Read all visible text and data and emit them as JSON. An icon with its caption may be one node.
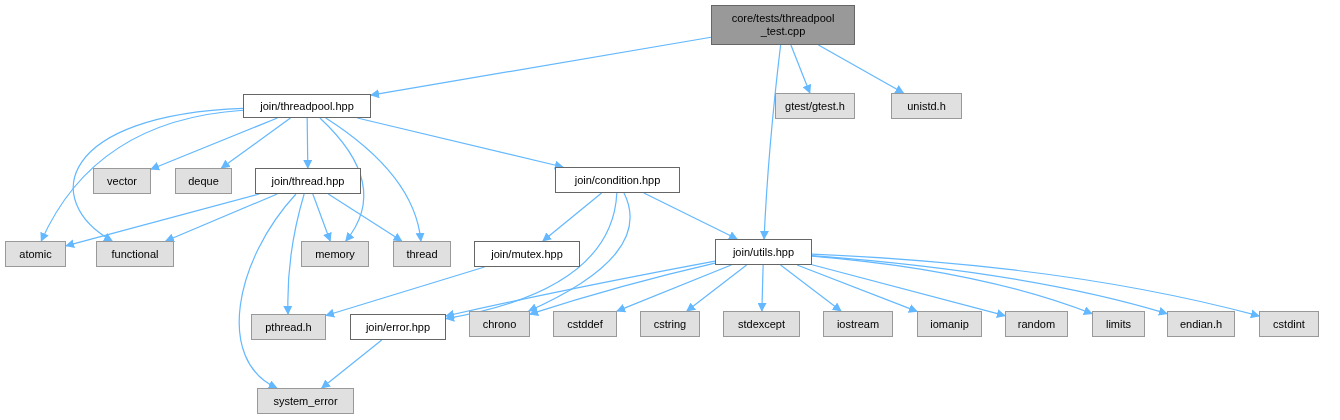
{
  "diagram": {
    "nodes": [
      {
        "text": [
          "core/tests/threadpool _test.cpp"
        ]
      },
      {
        "text": [
          "join/threadpool.hpp"
        ]
      },
      {
        "text": [
          "gtest/gtest.h"
        ]
      },
      {
        "text": [
          "unistd.h"
        ]
      },
      {
        "text": [
          "vector"
        ]
      },
      {
        "text": [
          "deque"
        ]
      },
      {
        "text": [
          "join/thread.hpp"
        ]
      },
      {
        "text": [
          "join/condition.hpp"
        ]
      },
      {
        "text": [
          "atomic"
        ]
      },
      {
        "text": [
          "functional"
        ]
      },
      {
        "text": [
          "memory"
        ]
      },
      {
        "text": [
          "thread"
        ]
      },
      {
        "text": [
          "join/mutex.hpp"
        ]
      },
      {
        "text": [
          "join/utils.hpp"
        ]
      },
      {
        "text": [
          "pthread.h"
        ]
      },
      {
        "text": [
          "join/error.hpp"
        ]
      },
      {
        "text": [
          "chrono"
        ]
      },
      {
        "text": [
          "cstddef"
        ]
      },
      {
        "text": [
          "cstring"
        ]
      },
      {
        "text": [
          "stdexcept"
        ]
      },
      {
        "text": [
          "iostream"
        ]
      },
      {
        "text": [
          "iomanip"
        ]
      },
      {
        "text": [
          "random"
        ]
      },
      {
        "text": [
          "limits"
        ]
      },
      {
        "text": [
          "endian.h"
        ]
      },
      {
        "text": [
          "cstdint"
        ]
      },
      {
        "text": [
          "system_error"
        ]
      }
    ],
    "edges": [
      {
        "from": 0,
        "to": 1,
        "arrow": "to"
      },
      {
        "from": 0,
        "to": 13,
        "arrow": "to"
      },
      {
        "from": 0,
        "to": 2,
        "arrow": "to"
      },
      {
        "from": 0,
        "to": 3,
        "arrow": "to"
      },
      {
        "from": 1,
        "to": 8,
        "arrow": "to"
      },
      {
        "from": 1,
        "to": 9,
        "arrow": "to"
      },
      {
        "from": 1,
        "to": 4,
        "arrow": "to"
      },
      {
        "from": 1,
        "to": 5,
        "arrow": "to"
      },
      {
        "from": 1,
        "to": 6,
        "arrow": "to"
      },
      {
        "from": 1,
        "to": 10,
        "arrow": "to"
      },
      {
        "from": 1,
        "to": 11,
        "arrow": "to"
      },
      {
        "from": 1,
        "to": 7,
        "arrow": "to"
      },
      {
        "from": 6,
        "to": 8,
        "arrow": "to"
      },
      {
        "from": 6,
        "to": 9,
        "arrow": "to"
      },
      {
        "from": 6,
        "to": 10,
        "arrow": "to"
      },
      {
        "from": 6,
        "to": 11,
        "arrow": "to"
      },
      {
        "from": 6,
        "to": 14,
        "arrow": "to"
      },
      {
        "from": 6,
        "to": 26,
        "arrow": "to"
      },
      {
        "from": 7,
        "to": 12,
        "arrow": "to"
      },
      {
        "from": 7,
        "to": 15,
        "arrow": "to"
      },
      {
        "from": 7,
        "to": 16,
        "arrow": "to"
      },
      {
        "from": 7,
        "to": 13,
        "arrow": "to"
      },
      {
        "from": 12,
        "to": 14,
        "arrow": "to"
      },
      {
        "from": 13,
        "to": 15,
        "arrow": "to"
      },
      {
        "from": 13,
        "to": 16,
        "arrow": "to"
      },
      {
        "from": 13,
        "to": 17,
        "arrow": "to"
      },
      {
        "from": 13,
        "to": 18,
        "arrow": "to"
      },
      {
        "from": 13,
        "to": 19,
        "arrow": "to"
      },
      {
        "from": 13,
        "to": 20,
        "arrow": "to"
      },
      {
        "from": 13,
        "to": 21,
        "arrow": "to"
      },
      {
        "from": 13,
        "to": 22,
        "arrow": "to"
      },
      {
        "from": 13,
        "to": 23,
        "arrow": "to"
      },
      {
        "from": 13,
        "to": 24,
        "arrow": "to"
      },
      {
        "from": 13,
        "to": 25,
        "arrow": "to"
      },
      {
        "from": 15,
        "to": 26,
        "arrow": "to"
      }
    ]
  }
}
